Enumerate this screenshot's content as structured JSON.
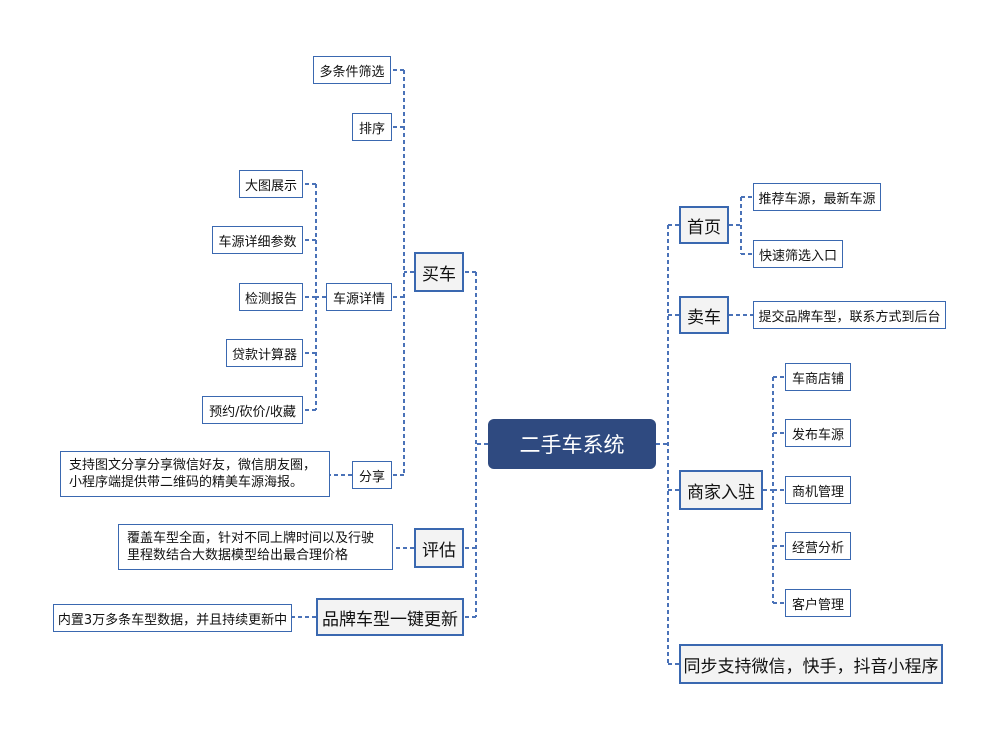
{
  "root": "二手车系统",
  "left": {
    "buy": {
      "label": "买车",
      "filter": "多条件筛选",
      "sort": "排序",
      "detail": {
        "label": "车源详情",
        "items": [
          "大图展示",
          "车源详细参数",
          "检测报告",
          "贷款计算器",
          "预约/砍价/收藏"
        ]
      },
      "share": {
        "label": "分享",
        "note": "支持图文分享分享微信好友，微信朋友圈，小程序端提供带二维码的精美车源海报。"
      }
    },
    "evaluate": {
      "label": "评估",
      "note": "覆盖车型全面，针对不同上牌时间以及行驶里程数结合大数据模型给出最合理价格"
    },
    "brand": {
      "label": "品牌车型一键更新",
      "note": "内置3万多条车型数据，并且持续更新中"
    }
  },
  "right": {
    "home": {
      "label": "首页",
      "items": [
        "推荐车源，最新车源",
        "快速筛选入口"
      ]
    },
    "sell": {
      "label": "卖车",
      "note": "提交品牌车型，联系方式到后台"
    },
    "merchant": {
      "label": "商家入驻",
      "items": [
        "车商店铺",
        "发布车源",
        "商机管理",
        "经营分析",
        "客户管理"
      ]
    },
    "sync": {
      "label": "同步支持微信，快手，抖音小程序"
    }
  },
  "colors": {
    "root_bg": "#2f4a80",
    "border": "#3a68b0",
    "line": "#4a72b8",
    "l1_bg": "#f3f3f3"
  }
}
